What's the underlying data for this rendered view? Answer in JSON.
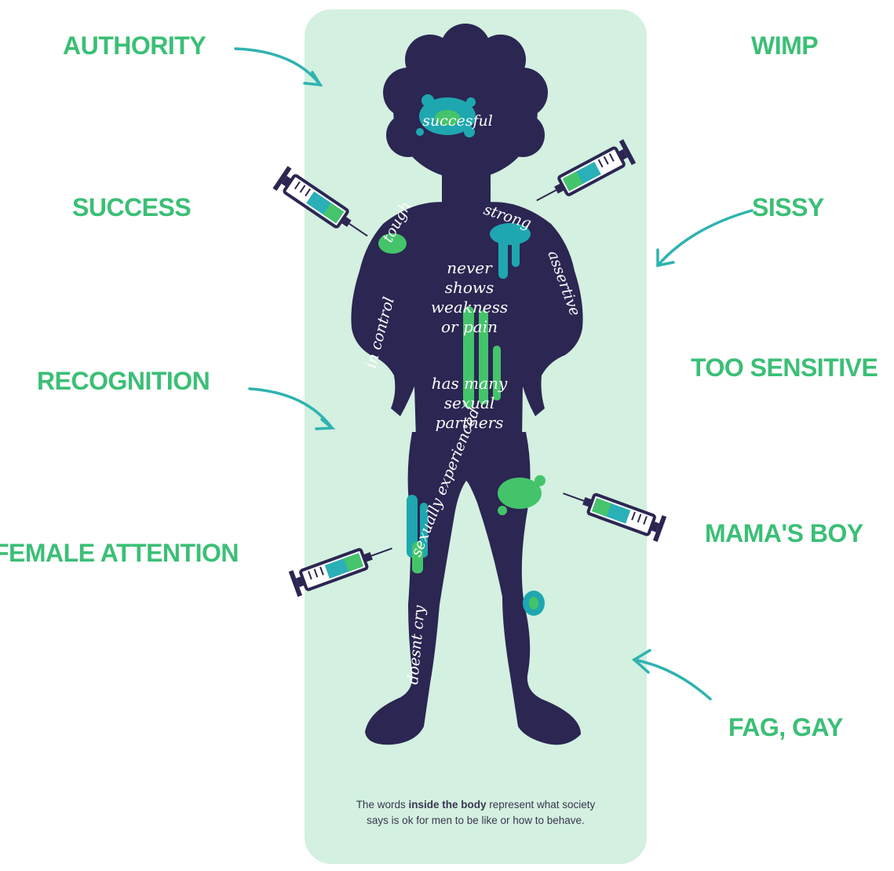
{
  "left_labels": [
    "AUTHORITY",
    "SUCCESS",
    "RECOGNITION",
    "FEMALE ATTENTION"
  ],
  "right_labels": [
    "WIMP",
    "SISSY",
    "TOO SENSITIVE",
    "MAMA'S BOY",
    "FAG, GAY"
  ],
  "body_words": {
    "head": "succesful",
    "left_arm": "in control",
    "left_shoulder": "tough",
    "right_shoulder": "strong",
    "right_arm": "assertive",
    "chest_1": "never",
    "chest_2": "shows",
    "chest_3": "weakness",
    "chest_4": "or pain",
    "belly_1": "has many",
    "belly_2": "sexual",
    "belly_3": "partners",
    "legs": "sexually experienced",
    "left_leg": "doesnt cry"
  },
  "caption": {
    "before": "The words ",
    "bold": "inside the body",
    "after": " represent what society says is ok for men to be like or how to behave."
  },
  "colors": {
    "label_green": "#3bbf76",
    "panel": "#d3f0e0",
    "silhouette": "#2b2652",
    "arrow": "#2fb3b0",
    "splat_teal": "#1fa7b0",
    "splat_green": "#44c46a"
  }
}
